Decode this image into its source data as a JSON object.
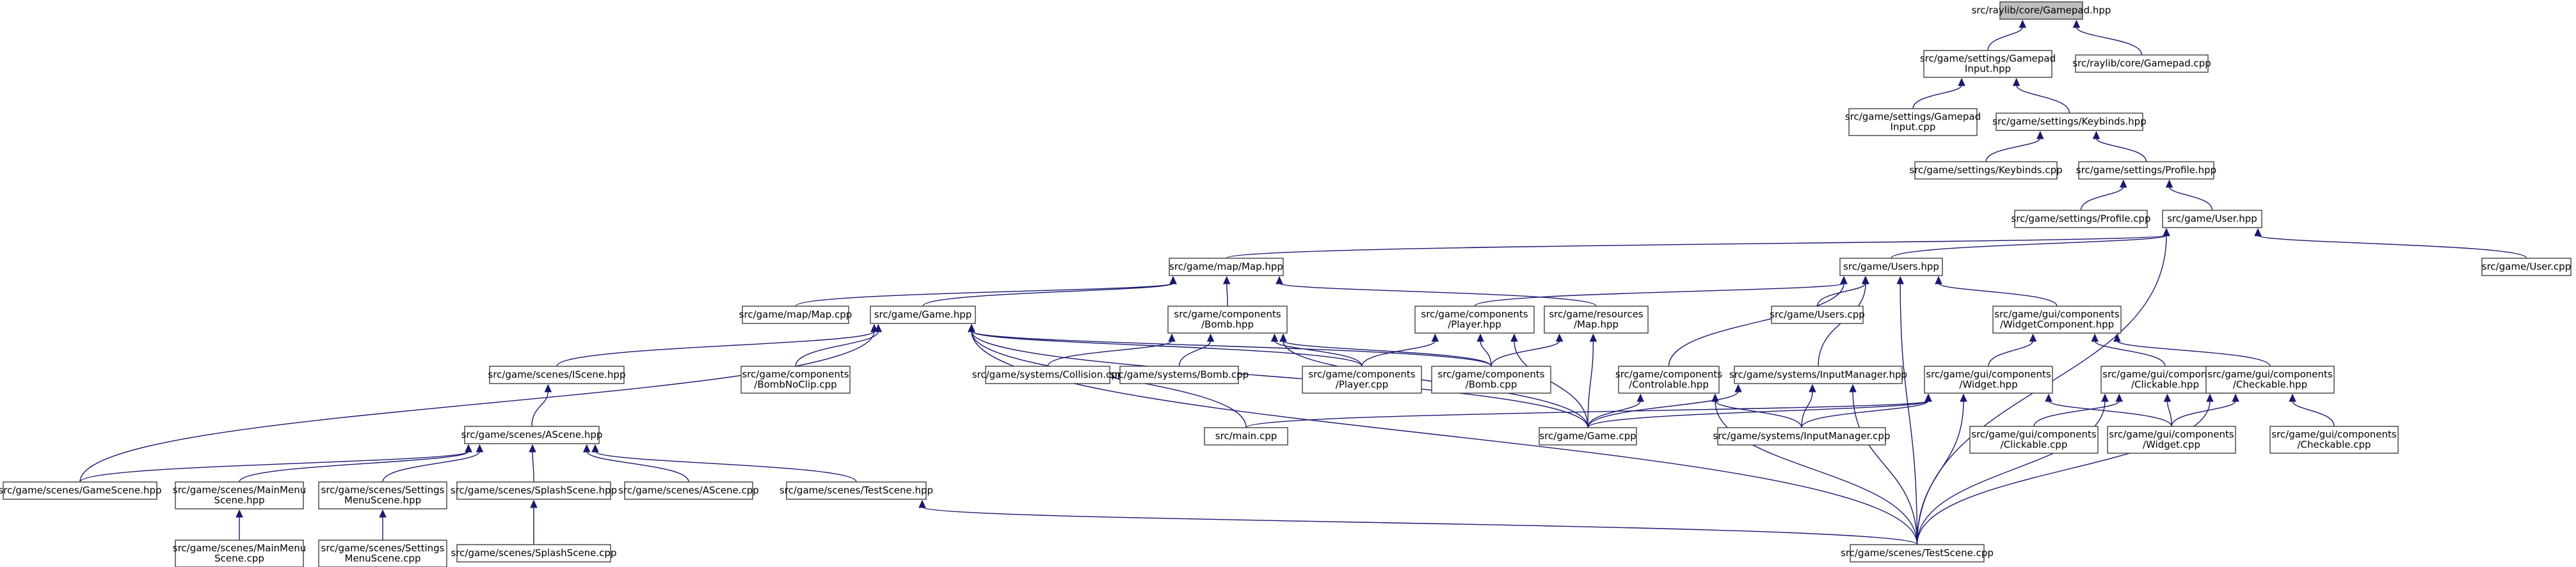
{
  "graph": {
    "title": "src/raylib/core/Gamepad.hpp",
    "edge_color": "#191970",
    "root_fill": "#bfbfbf",
    "nodes": [
      {
        "id": "n0",
        "lines": [
          "src/raylib/core/Gamepad.hpp"
        ],
        "root": true
      },
      {
        "id": "n1",
        "lines": [
          "src/game/settings/Gamepad",
          "Input.hpp"
        ]
      },
      {
        "id": "n2",
        "lines": [
          "src/raylib/core/Gamepad.cpp"
        ]
      },
      {
        "id": "n3",
        "lines": [
          "src/game/settings/Gamepad",
          "Input.cpp"
        ]
      },
      {
        "id": "n4",
        "lines": [
          "src/game/settings/Keybinds.hpp"
        ]
      },
      {
        "id": "n5",
        "lines": [
          "src/game/settings/Keybinds.cpp"
        ]
      },
      {
        "id": "n6",
        "lines": [
          "src/game/settings/Profile.hpp"
        ]
      },
      {
        "id": "n7",
        "lines": [
          "src/game/settings/Profile.cpp"
        ]
      },
      {
        "id": "n8",
        "lines": [
          "src/game/User.hpp"
        ]
      },
      {
        "id": "n9",
        "lines": [
          "src/game/map/Map.hpp"
        ]
      },
      {
        "id": "n10",
        "lines": [
          "src/game/Users.hpp"
        ]
      },
      {
        "id": "n11",
        "lines": [
          "src/game/User.cpp"
        ]
      },
      {
        "id": "n12",
        "lines": [
          "src/game/map/Map.cpp"
        ]
      },
      {
        "id": "n13",
        "lines": [
          "src/game/Game.hpp"
        ]
      },
      {
        "id": "n14",
        "lines": [
          "src/game/components",
          "/Bomb.hpp"
        ]
      },
      {
        "id": "n15",
        "lines": [
          "src/game/components",
          "/Player.hpp"
        ]
      },
      {
        "id": "n16",
        "lines": [
          "src/game/resources",
          "/Map.hpp"
        ]
      },
      {
        "id": "n17",
        "lines": [
          "src/game/Users.cpp"
        ]
      },
      {
        "id": "n18",
        "lines": [
          "src/game/gui/components",
          "/WidgetComponent.hpp"
        ]
      },
      {
        "id": "n19",
        "lines": [
          "src/game/scenes/IScene.hpp"
        ]
      },
      {
        "id": "n20",
        "lines": [
          "src/game/components",
          "/BombNoClip.cpp"
        ]
      },
      {
        "id": "n21",
        "lines": [
          "src/game/systems/Collision.cpp"
        ]
      },
      {
        "id": "n22",
        "lines": [
          "src/game/systems/Bomb.cpp"
        ]
      },
      {
        "id": "n23",
        "lines": [
          "src/game/components",
          "/Player.cpp"
        ]
      },
      {
        "id": "n24",
        "lines": [
          "src/game/components",
          "/Bomb.cpp"
        ]
      },
      {
        "id": "n25",
        "lines": [
          "src/game/components",
          "/Controlable.hpp"
        ]
      },
      {
        "id": "n26",
        "lines": [
          "src/game/systems/InputManager.hpp"
        ]
      },
      {
        "id": "n27",
        "lines": [
          "src/game/gui/components",
          "/Widget.hpp"
        ]
      },
      {
        "id": "n28",
        "lines": [
          "src/game/gui/components",
          "/Clickable.hpp"
        ]
      },
      {
        "id": "n29",
        "lines": [
          "src/game/gui/components",
          "/Checkable.hpp"
        ]
      },
      {
        "id": "n30",
        "lines": [
          "src/game/scenes/AScene.hpp"
        ]
      },
      {
        "id": "n31",
        "lines": [
          "src/main.cpp"
        ]
      },
      {
        "id": "n32",
        "lines": [
          "src/game/Game.cpp"
        ]
      },
      {
        "id": "n33",
        "lines": [
          "src/game/systems/InputManager.cpp"
        ]
      },
      {
        "id": "n34",
        "lines": [
          "src/game/gui/components",
          "/Clickable.cpp"
        ]
      },
      {
        "id": "n35",
        "lines": [
          "src/game/gui/components",
          "/Widget.cpp"
        ]
      },
      {
        "id": "n36",
        "lines": [
          "src/game/gui/components",
          "/Checkable.cpp"
        ]
      },
      {
        "id": "n37",
        "lines": [
          "src/game/scenes/GameScene.hpp"
        ]
      },
      {
        "id": "n38",
        "lines": [
          "src/game/scenes/MainMenu",
          "Scene.hpp"
        ]
      },
      {
        "id": "n39",
        "lines": [
          "src/game/scenes/Settings",
          "MenuScene.hpp"
        ]
      },
      {
        "id": "n40",
        "lines": [
          "src/game/scenes/SplashScene.hpp"
        ]
      },
      {
        "id": "n41",
        "lines": [
          "src/game/scenes/AScene.cpp"
        ]
      },
      {
        "id": "n42",
        "lines": [
          "src/game/scenes/TestScene.hpp"
        ]
      },
      {
        "id": "n43",
        "lines": [
          "src/game/scenes/MainMenu",
          "Scene.cpp"
        ]
      },
      {
        "id": "n44",
        "lines": [
          "src/game/scenes/Settings",
          "MenuScene.cpp"
        ]
      },
      {
        "id": "n45",
        "lines": [
          "src/game/scenes/SplashScene.cpp"
        ]
      },
      {
        "id": "n46",
        "lines": [
          "src/game/scenes/TestScene.cpp"
        ]
      }
    ],
    "edges": [
      [
        "n0",
        "n1"
      ],
      [
        "n0",
        "n2"
      ],
      [
        "n1",
        "n3"
      ],
      [
        "n1",
        "n4"
      ],
      [
        "n4",
        "n5"
      ],
      [
        "n4",
        "n6"
      ],
      [
        "n6",
        "n7"
      ],
      [
        "n6",
        "n8"
      ],
      [
        "n8",
        "n9"
      ],
      [
        "n8",
        "n10"
      ],
      [
        "n8",
        "n11"
      ],
      [
        "n8",
        "n46"
      ],
      [
        "n9",
        "n12"
      ],
      [
        "n9",
        "n13"
      ],
      [
        "n9",
        "n14"
      ],
      [
        "n9",
        "n16"
      ],
      [
        "n10",
        "n15"
      ],
      [
        "n10",
        "n17"
      ],
      [
        "n10",
        "n18"
      ],
      [
        "n10",
        "n25"
      ],
      [
        "n10",
        "n26"
      ],
      [
        "n10",
        "n46"
      ],
      [
        "n13",
        "n19"
      ],
      [
        "n13",
        "n20"
      ],
      [
        "n13",
        "n23"
      ],
      [
        "n13",
        "n24"
      ],
      [
        "n13",
        "n31"
      ],
      [
        "n13",
        "n32"
      ],
      [
        "n13",
        "n37"
      ],
      [
        "n13",
        "n46"
      ],
      [
        "n14",
        "n21"
      ],
      [
        "n14",
        "n22"
      ],
      [
        "n14",
        "n23"
      ],
      [
        "n14",
        "n24"
      ],
      [
        "n14",
        "n32"
      ],
      [
        "n15",
        "n23"
      ],
      [
        "n15",
        "n24"
      ],
      [
        "n15",
        "n32"
      ],
      [
        "n16",
        "n24"
      ],
      [
        "n16",
        "n32"
      ],
      [
        "n18",
        "n27"
      ],
      [
        "n18",
        "n28"
      ],
      [
        "n18",
        "n29"
      ],
      [
        "n19",
        "n30"
      ],
      [
        "n25",
        "n32"
      ],
      [
        "n25",
        "n33"
      ],
      [
        "n25",
        "n46"
      ],
      [
        "n26",
        "n32"
      ],
      [
        "n26",
        "n33"
      ],
      [
        "n26",
        "n46"
      ],
      [
        "n27",
        "n31"
      ],
      [
        "n27",
        "n32"
      ],
      [
        "n27",
        "n33"
      ],
      [
        "n27",
        "n35"
      ],
      [
        "n27",
        "n46"
      ],
      [
        "n28",
        "n34"
      ],
      [
        "n28",
        "n35"
      ],
      [
        "n28",
        "n46"
      ],
      [
        "n29",
        "n35"
      ],
      [
        "n29",
        "n36"
      ],
      [
        "n29",
        "n46"
      ],
      [
        "n30",
        "n37"
      ],
      [
        "n30",
        "n38"
      ],
      [
        "n30",
        "n39"
      ],
      [
        "n30",
        "n40"
      ],
      [
        "n30",
        "n41"
      ],
      [
        "n30",
        "n42"
      ],
      [
        "n38",
        "n43"
      ],
      [
        "n39",
        "n44"
      ],
      [
        "n40",
        "n45"
      ],
      [
        "n42",
        "n46"
      ]
    ]
  }
}
